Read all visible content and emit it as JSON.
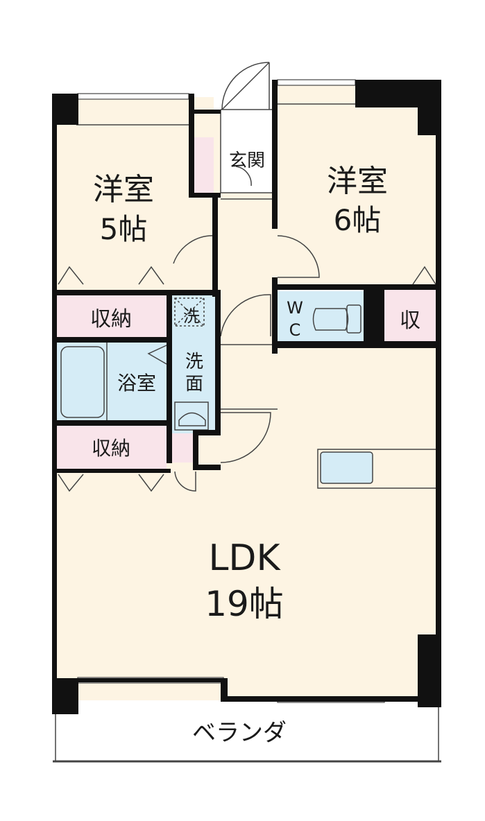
{
  "rooms": {
    "western5": {
      "name": "洋室",
      "size": "5帖"
    },
    "western6": {
      "name": "洋室",
      "size": "6帖"
    },
    "entrance": {
      "name": "玄関"
    },
    "storage_upper": {
      "name": "収納"
    },
    "storage_lower": {
      "name": "収納"
    },
    "storage_small": {
      "name": "収"
    },
    "laundry_pan": {
      "name": "洗"
    },
    "washroom": {
      "line1": "洗",
      "line2": "面"
    },
    "bath": {
      "name": "浴室"
    },
    "wc": {
      "line1": "W",
      "line2": "C"
    },
    "ldk": {
      "name": "LDK",
      "size": "19帖"
    },
    "veranda": {
      "name": "ベランダ"
    }
  },
  "colors": {
    "room_floor": "#fdf4e3",
    "storage": "#f9e4ea",
    "wet_area": "#d5ecf6",
    "wall": "#111111",
    "outline": "#444444"
  }
}
